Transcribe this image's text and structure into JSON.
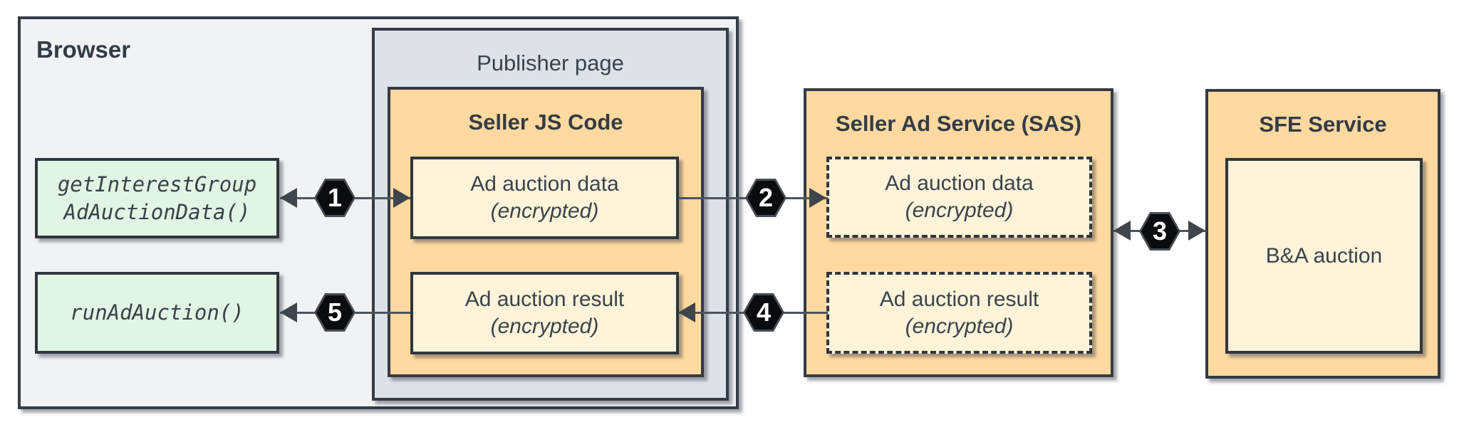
{
  "browser": {
    "label": "Browser",
    "api_boxes": [
      {
        "line1": "getInterestGroup",
        "line2": "AdAuctionData()"
      },
      {
        "line1": "runAdAuction()"
      }
    ]
  },
  "publisher": {
    "label": "Publisher page"
  },
  "seller_js": {
    "title": "Seller JS Code",
    "boxes": [
      {
        "line1": "Ad auction data",
        "line2": "(encrypted)"
      },
      {
        "line1": "Ad auction result",
        "line2": "(encrypted)"
      }
    ]
  },
  "sas": {
    "title": "Seller Ad Service (SAS)",
    "boxes": [
      {
        "line1": "Ad auction data",
        "line2": "(encrypted)"
      },
      {
        "line1": "Ad auction result",
        "line2": "(encrypted)"
      }
    ]
  },
  "sfe": {
    "title": "SFE Service",
    "box_label": "B&A auction"
  },
  "steps": [
    {
      "number": "1"
    },
    {
      "number": "2"
    },
    {
      "number": "3"
    },
    {
      "number": "4"
    },
    {
      "number": "5"
    }
  ],
  "colors": {
    "background": "#FFFFFF",
    "browser_fill": "#F1F2F4",
    "publisher_fill": "#DEE1E6",
    "orange_fill": "#FFD9A0",
    "cream_fill": "#FFF3D9",
    "green_fill": "#E0F5E3",
    "border": "#2F363D",
    "text": "#3A434D",
    "arrow": "#4C535A",
    "hexagon_fill": "#0B0C0E",
    "hexagon_text": "#FFFFFF"
  }
}
